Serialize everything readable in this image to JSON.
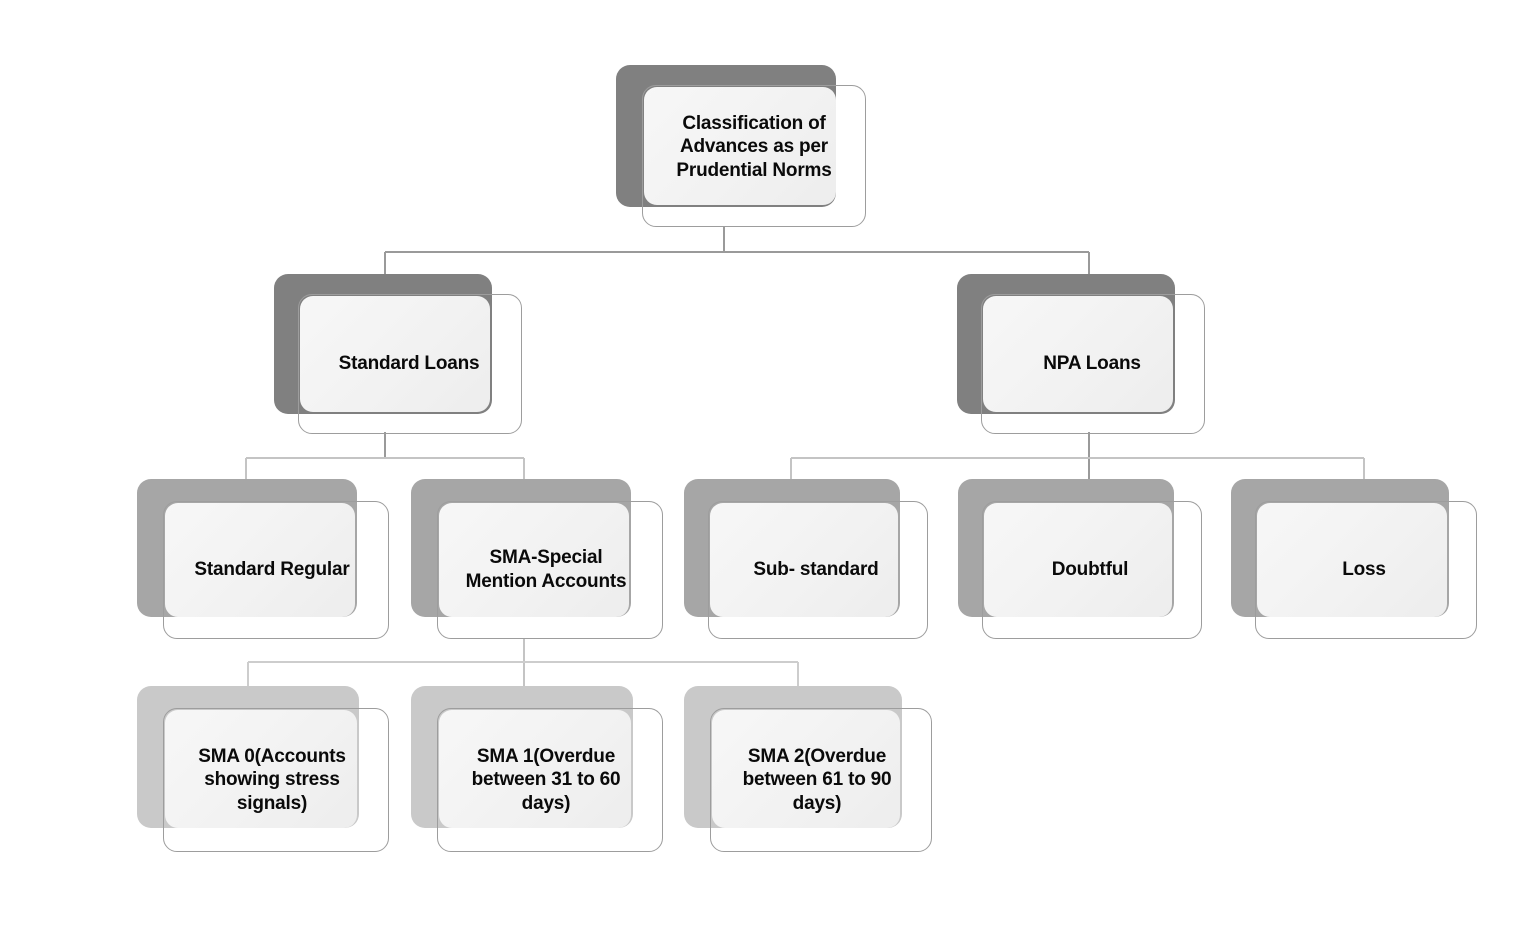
{
  "diagram": {
    "title": "Classification of Advances as per Prudential Norms",
    "type": "organizational-hierarchy",
    "background_color": "#ffffff",
    "palette": {
      "shadow_dark": "#808080",
      "shadow_mid": "#a6a6a6",
      "shadow_light": "#c9c9c9",
      "node_fill": "#f2f2f2",
      "node_border": "#9d9d9d",
      "connector_dark": "#9a9a9a",
      "connector_light": "#c4c4c4",
      "text_color": "#0a0a0a"
    },
    "levels": [
      {
        "level": 1,
        "nodes": [
          {
            "id": "root",
            "label": "Classification of\nAdvances as per\nPrudential Norms"
          }
        ]
      },
      {
        "level": 2,
        "nodes": [
          {
            "id": "standard-loans",
            "label": "Standard Loans"
          },
          {
            "id": "npa-loans",
            "label": "NPA Loans"
          }
        ]
      },
      {
        "level": 3,
        "nodes": [
          {
            "id": "standard-regular",
            "label": "Standard Regular"
          },
          {
            "id": "sma-special-mention-accounts",
            "label": "SMA-Special\nMention Accounts"
          },
          {
            "id": "sub-standard",
            "label": "Sub- standard"
          },
          {
            "id": "doubtful",
            "label": "Doubtful"
          },
          {
            "id": "loss",
            "label": "Loss"
          }
        ]
      },
      {
        "level": 4,
        "nodes": [
          {
            "id": "sma-0",
            "label": "SMA 0(Accounts\nshowing stress\nsignals)"
          },
          {
            "id": "sma-1",
            "label": "SMA 1(Overdue\nbetween 31 to 60\ndays)"
          },
          {
            "id": "sma-2",
            "label": "SMA 2(Overdue\nbetween 61 to 90\ndays)"
          }
        ]
      }
    ],
    "edges": [
      {
        "from": "root",
        "to": "standard-loans"
      },
      {
        "from": "root",
        "to": "npa-loans"
      },
      {
        "from": "standard-loans",
        "to": "standard-regular"
      },
      {
        "from": "standard-loans",
        "to": "sma-special-mention-accounts"
      },
      {
        "from": "npa-loans",
        "to": "sub-standard"
      },
      {
        "from": "npa-loans",
        "to": "doubtful"
      },
      {
        "from": "npa-loans",
        "to": "loss"
      },
      {
        "from": "sma-special-mention-accounts",
        "to": "sma-0"
      },
      {
        "from": "sma-special-mention-accounts",
        "to": "sma-1"
      },
      {
        "from": "sma-special-mention-accounts",
        "to": "sma-2"
      }
    ]
  }
}
